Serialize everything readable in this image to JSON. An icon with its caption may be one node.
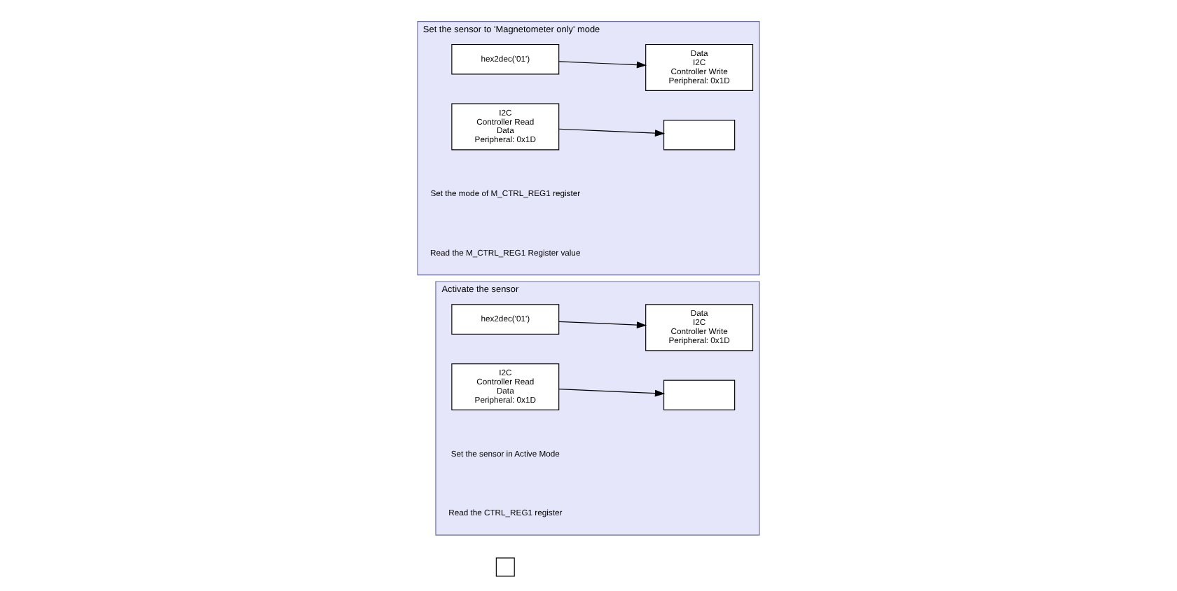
{
  "diagram": {
    "nodes": [
      {
        "text": [],
        "shape": "box"
      },
      {
        "text": [
          "Set the sensor to 'Magnetometer only' mode"
        ]
      },
      {
        "text": [
          "hex2dec('01')"
        ],
        "in": 1
      },
      {
        "text": [
          "Data",
          "I2C",
          "Controller Write",
          "Peripheral: 0x1D"
        ],
        "in": 1
      },
      {
        "text": [
          "I2C",
          "Controller Read",
          "Data",
          "Peripheral: 0x1D"
        ],
        "in": 1
      },
      {
        "text": [],
        "shape": "box",
        "in": 1
      },
      {
        "text": [
          "Activate the sensor"
        ]
      },
      {
        "text": [
          "hex2dec('01')"
        ],
        "in": 6
      },
      {
        "text": [
          "Data",
          "I2C",
          "Controller Write",
          "Peripheral: 0x1D"
        ],
        "in": 6
      },
      {
        "text": [
          "I2C",
          "Controller Read",
          "Data",
          "Peripheral: 0x1D"
        ],
        "in": 6
      },
      {
        "text": [],
        "shape": "box",
        "in": 6
      }
    ],
    "edges": [
      {
        "from": 2,
        "to": 3,
        "arrow": "to"
      },
      {
        "from": 4,
        "to": 5,
        "arrow": "to"
      },
      {
        "from": 7,
        "to": 8,
        "arrow": "to"
      },
      {
        "from": 9,
        "to": 10,
        "arrow": "to"
      }
    ],
    "labels": [
      "Set the mode of M_CTRL_REG1 register",
      "Read the M_CTRL_REG1 Register value",
      "Set the sensor in Active Mode",
      "Read the CTRL_REG1 register"
    ]
  }
}
